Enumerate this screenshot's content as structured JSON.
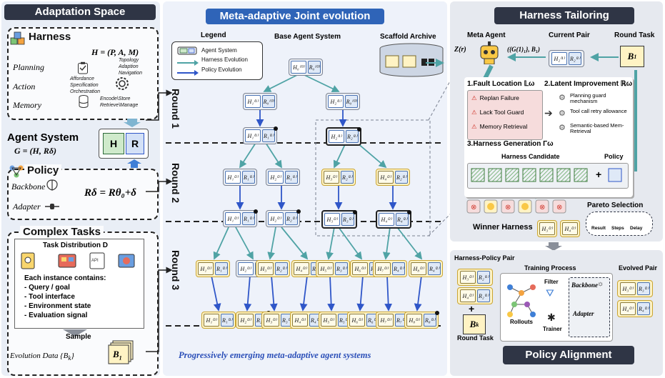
{
  "left": {
    "header": "Adaptation Space",
    "harness": {
      "title": "Harness",
      "formula": "H = (P, A, M)",
      "rows": [
        "Planning",
        "Action",
        "Memory"
      ],
      "top_label": "Topology\nAdaption\nNavigation",
      "mid_label": "Affordance\nSpecification\nOrchestration",
      "bottom_label": "Encode\\Store\nRetrieve\\Manage"
    },
    "agent_system": {
      "title": "Agent System",
      "formula": "G = (H, Rδ)",
      "h": "H",
      "r": "R"
    },
    "policy": {
      "title": "Policy",
      "backbone": "Backbone",
      "adapter": "Adapter",
      "formula": "Rδ = Rθ₀+δ"
    },
    "tasks": {
      "title": "Complex Tasks",
      "dist": "Task Distribution D",
      "intro": "Each instance contains:",
      "items": [
        "- Query / goal",
        "- Tool interface",
        "- Environment state",
        "- Evaluation signal"
      ],
      "sample": "Sample",
      "evo": "Evolution Data {B",
      "evo_sub": "k",
      "evo_end": "}",
      "b1": "B",
      "b1_sub": "1"
    }
  },
  "middle": {
    "header": "Meta-adaptive Joint evolution",
    "legend": {
      "title": "Legend",
      "items": [
        "Agent System",
        "Harness Evolution",
        "Policy Evolution"
      ]
    },
    "base": "Base Agent System",
    "archive": "Scaffold Archive",
    "rounds": [
      "Round 1",
      "Round 2",
      "Round 3"
    ],
    "caption": "Progressively emerging meta-adaptive agent systems"
  },
  "tailoring": {
    "header": "Harness Tailoring",
    "meta_agent": "Meta Agent",
    "current_pair": "Current Pair",
    "round_task": "Round Task",
    "z": "Z(r)",
    "tuple": "({G(1)₁}, B₁)",
    "fault": "1.Fault Location 𝕃ω",
    "faults": [
      "Replan Failure",
      "Lack Tool Guard",
      "Memory Retrieval"
    ],
    "latent": "2.Latent Improvement ℝω",
    "improvements": [
      "Planning guard mechanism",
      "Tool call retry allowance",
      "Semantic-based Mem-Retrieval"
    ],
    "gen": "3.Harness Generation Γω",
    "candidate": "Harness Candidate",
    "policy": "Policy",
    "plus": "+",
    "pareto": "Pareto Selection",
    "pareto_items": [
      "Result",
      "Steps",
      "Delay"
    ],
    "winner": "Winner Harness"
  },
  "alignment": {
    "pair_title": "Harness-Policy Pair",
    "training": "Training Process",
    "filter": "Filter",
    "rollouts": "Rollouts",
    "trainer": "Trainer",
    "backbone": "Backbone",
    "adapter": "Adapter",
    "evolved": "Evolved Pair",
    "round_task": "Round Task",
    "bk": "B",
    "bk_sub": "k",
    "plus": "+",
    "header": "Policy Alignment"
  },
  "colors": {
    "header_bg": "#2f3545",
    "mid_header": "#2f64b8",
    "harness_arrow": "#4fa3a5",
    "policy_arrow": "#2f56c8",
    "gold": "#fff3c4",
    "panel_left": "#e9eef6",
    "panel_right": "#e6e9ef"
  }
}
